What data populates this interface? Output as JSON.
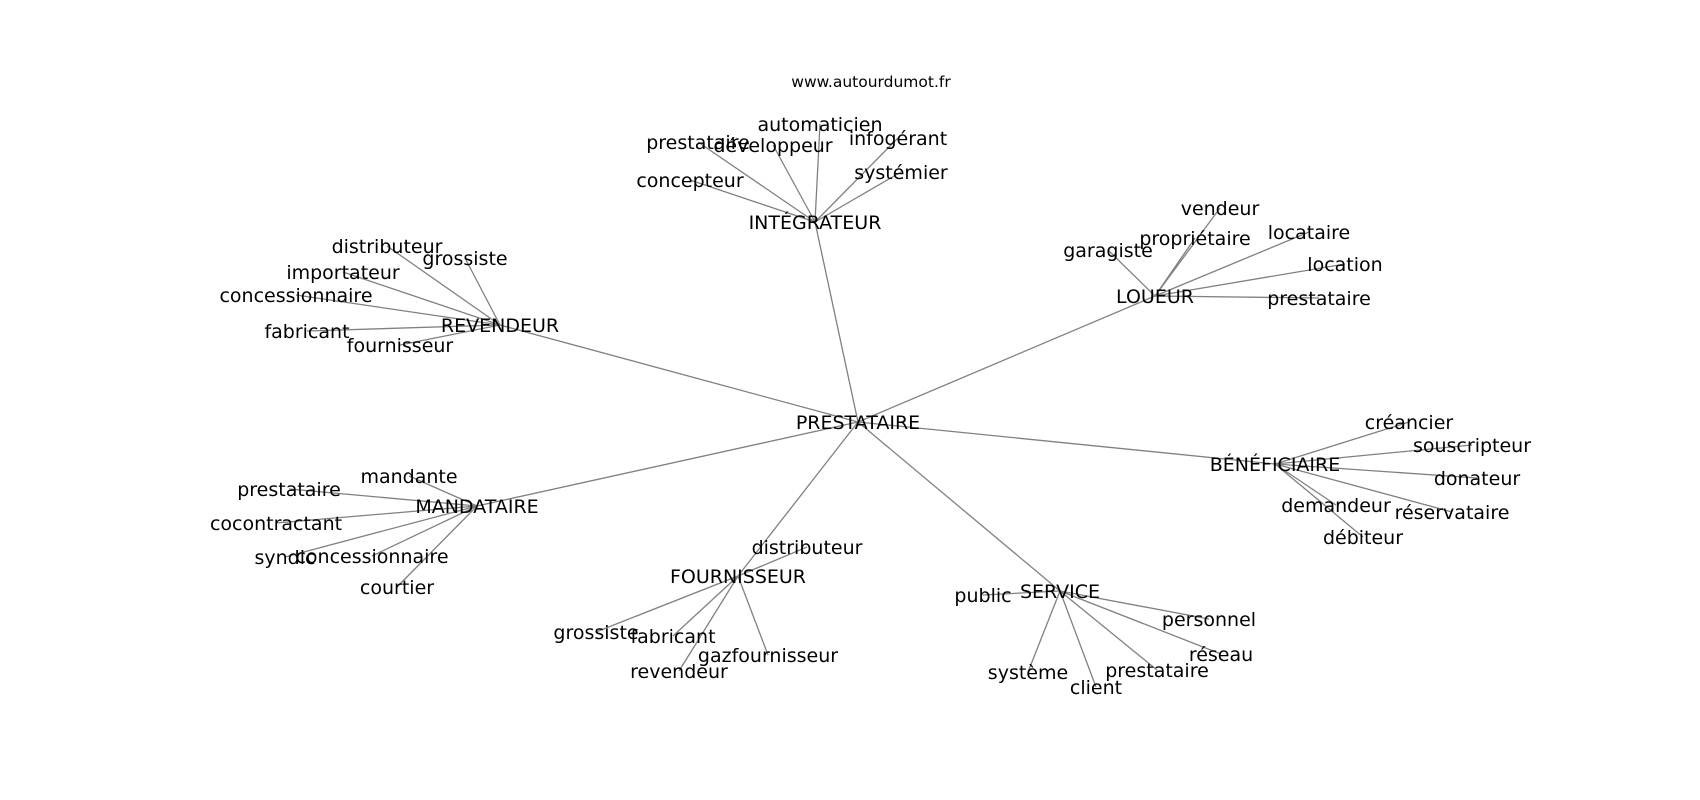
{
  "source": "www.autourdumot.fr",
  "graph": {
    "center": "PRESTATAIRE",
    "clusters": [
      {
        "label": "INTÉGRATEUR",
        "leaves": [
          "automaticien",
          "infogérant",
          "prestataire",
          "développeur",
          "systémier",
          "concepteur"
        ]
      },
      {
        "label": "LOUEUR",
        "leaves": [
          "vendeur",
          "propriétaire",
          "locataire",
          "garagiste",
          "location",
          "prestataire"
        ]
      },
      {
        "label": "REVENDEUR",
        "leaves": [
          "distributeur",
          "grossiste",
          "importateur",
          "concessionnaire",
          "fabricant",
          "fournisseur"
        ]
      },
      {
        "label": "BÉNÉFICIAIRE",
        "leaves": [
          "créancier",
          "souscripteur",
          "donateur",
          "demandeur",
          "réservataire",
          "débiteur"
        ]
      },
      {
        "label": "MANDATAIRE",
        "leaves": [
          "mandante",
          "prestataire",
          "cocontractant",
          "syndic",
          "concessionnaire",
          "courtier"
        ]
      },
      {
        "label": "FOURNISSEUR",
        "leaves": [
          "distributeur",
          "grossiste",
          "fabricant",
          "gazfournisseur",
          "revendeur"
        ]
      },
      {
        "label": "SERVICE",
        "leaves": [
          "public",
          "personnel",
          "réseau",
          "prestataire",
          "système",
          "client"
        ]
      }
    ]
  }
}
